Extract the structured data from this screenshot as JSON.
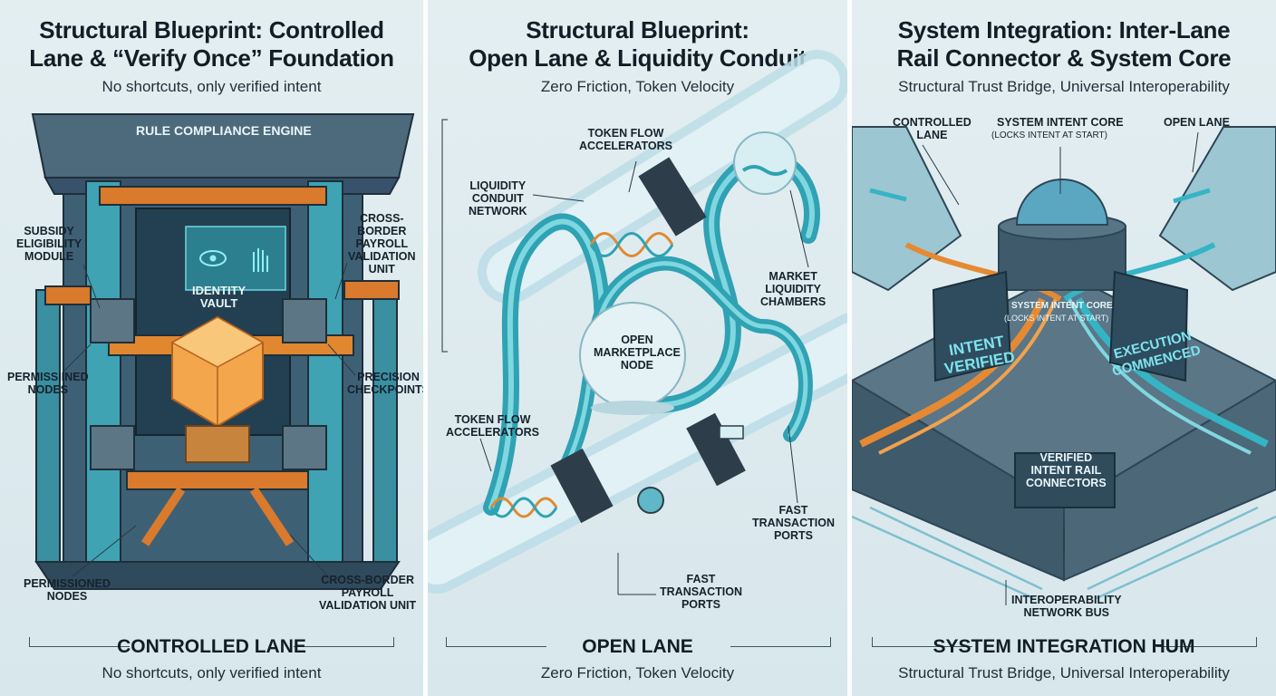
{
  "panels": [
    {
      "title_line1": "Structural Blueprint: Controlled",
      "title_line2": "Lane & “Verify Once” Foundation",
      "subtitle": "No shortcuts, only verified intent",
      "labels": {
        "engine": "RULE COMPLIANCE ENGINE",
        "subsidy": "SUBSIDY\nELIGIBILITY\nMODULE",
        "cross_border_top": "CROSS-\nBORDER\nPAYROLL\nVALIDATION\nUNIT",
        "identity_vault": "IDENTITY\nVAULT",
        "permissiined": "PERMISSIINED\nNODES",
        "precision": "PRECISION\nCHECKPOINTS",
        "permissioned": "PERMISSIONED\nNODES",
        "cross_border_bottom": "CROSS-BORDER\nPAYROLL\nVALIDATION UNIT"
      },
      "footer_title": "CONTROLLED LANE",
      "footer_sub": "No shortcuts, only verified intent"
    },
    {
      "title_line1": "Structural Blueprint:",
      "title_line2": "Open Lane & Liquidity Conduit",
      "subtitle": "Zero Friction, Token Velocity",
      "labels": {
        "token_flow_top": "TOKEN FLOW\nACCELERATORS",
        "liquidity_conduit": "LIQUIDITY\nCONDUIT\nNETWORK",
        "market_chambers": "MARKET\nLIQUIDITY\nCHAMBERS",
        "open_node": "OPEN\nMARKETPLACE\nNODE",
        "token_flow_bottom": "TOKEN FLOW\nACCELERATORS",
        "fast_ports_right": "FAST\nTRANSACTION\nPORTS",
        "fast_ports_bottom": "FAST\nTRANSACTION\nPORTS"
      },
      "footer_title": "OPEN LANE",
      "footer_sub": "Zero Friction, Token Velocity"
    },
    {
      "title_line1": "System Integration: Inter-Lane",
      "title_line2": "Rail Connector & System Core",
      "subtitle": "Structural Trust Bridge, Universal Interoperability",
      "labels": {
        "controlled_lane": "CONTROLLED\nLANE",
        "core_top": "SYSTEM INTENT CORE",
        "core_top_sub": "(LOCKS INTENT AT START)",
        "open_lane": "OPEN LANE",
        "core_mid": "SYSTEM INTENT CORE",
        "core_mid_sub": "(LOCKS INTENT AT START)",
        "intent_verified": "INTENT\nVERIFIED",
        "execution_commenced": "EXECUTION\nCOMMENCED",
        "rail_connectors": "VERIFIED\nINTENT RAIL\nCONNECTORS",
        "network_bus": "INTEROPERABILITY\nNETWORK BUS"
      },
      "footer_title": "SYSTEM INTEGRATION HUM",
      "footer_sub": "Structural Trust Bridge, Universal Interoperability"
    }
  ],
  "colors": {
    "teal": "#35b4c4",
    "orange": "#e58a33",
    "navy": "#2f4a5c",
    "glass": "#cfe8ee"
  }
}
